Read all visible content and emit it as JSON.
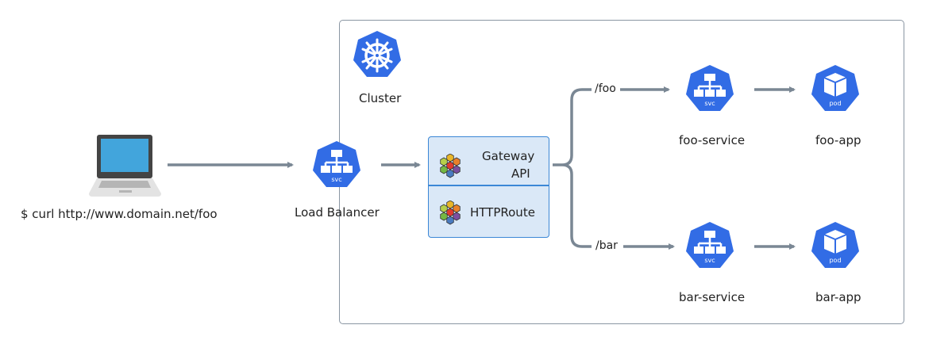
{
  "diagram": {
    "client": {
      "command": "$ curl http://www.domain.net/foo",
      "icon": "laptop-icon"
    },
    "cluster": {
      "label": "Cluster",
      "icon": "kubernetes-helm-icon"
    },
    "load_balancer": {
      "label": "Load Balancer",
      "badge": "svc"
    },
    "gateway": {
      "label_line1": "Gateway",
      "label_line2": "API",
      "route_label": "HTTPRoute"
    },
    "routes": [
      {
        "path": "/foo",
        "service": "foo-service",
        "service_badge": "svc",
        "app": "foo-app",
        "app_badge": "pod"
      },
      {
        "path": "/bar",
        "service": "bar-service",
        "service_badge": "svc",
        "app": "bar-app",
        "app_badge": "pod"
      }
    ],
    "colors": {
      "k8s_blue": "#326ce5",
      "edge": "#7a8794",
      "gateway_fill": "#dae8f7",
      "gateway_border": "#3b87d6"
    }
  }
}
